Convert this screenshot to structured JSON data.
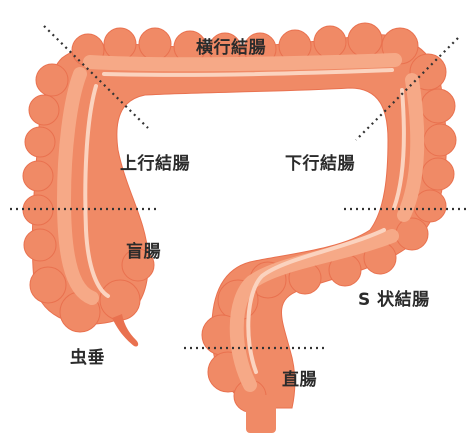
{
  "labels": {
    "transverse_colon": "横行結腸",
    "ascending_colon": "上行結腸",
    "descending_colon": "下行結腸",
    "cecum": "盲腸",
    "sigmoid_colon": "S 状結腸",
    "appendix": "虫垂",
    "rectum": "直腸"
  },
  "colors": {
    "colon_outer": "#e9714f",
    "colon_body": "#f08a66",
    "colon_light": "#f6a987",
    "colon_highlight": "#fbd3bf",
    "divider_lines": "#333333",
    "label_text": "#2b2b2b"
  }
}
